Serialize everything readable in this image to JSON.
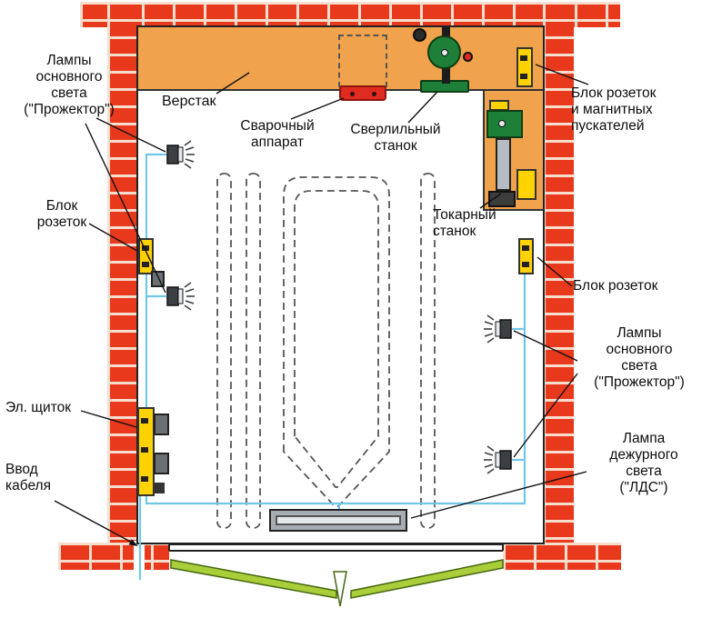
{
  "colors": {
    "brick": "#e8391d",
    "mortar": "#f6ddcd",
    "bench": "#f0a24c",
    "socket-yellow": "#ffd200",
    "wire": "#72c7e9",
    "machine-green": "#1e8038",
    "door-green": "#aacd3a",
    "red-accent": "#e02b20"
  },
  "icons": {
    "floodlight": "dark box with light rays",
    "welding-machine": "dashed outline with red unit",
    "drilling-machine": "green wheel on black column",
    "lathe": "green head, gray bed, yellow motor",
    "socket-block": "yellow block with dark slots",
    "electrical-panel": "yellow panel with gray breakers",
    "duty-lamp": "gray tube fixture",
    "garage-door": "green swinging panel"
  },
  "callouts": [
    {
      "id": "lamps-main-left",
      "text": "Лампы\nосновного\nсвета\n(\"Прожектор\")"
    },
    {
      "id": "workbench",
      "text": "Верстак"
    },
    {
      "id": "welding-machine",
      "text": "Сварочный\nаппарат"
    },
    {
      "id": "drilling-machine",
      "text": "Сверлильный\nстанок"
    },
    {
      "id": "socket-block-starters",
      "text": "Блок розеток\nи магнитных\nпускателей"
    },
    {
      "id": "socket-block-left",
      "text": "Блок\nрозеток"
    },
    {
      "id": "lathe",
      "text": "Токарный\nстанок"
    },
    {
      "id": "socket-block-right",
      "text": "Блок розеток"
    },
    {
      "id": "lamps-main-right",
      "text": "Лампы\nосновного\nсвета\n(\"Прожектор\")"
    },
    {
      "id": "electrical-panel",
      "text": "Эл. щиток"
    },
    {
      "id": "cable-entry",
      "text": "Ввод\nкабеля"
    },
    {
      "id": "duty-lamp",
      "text": "Лампа\nдежурного\nсвета\n(\"ЛДС\")"
    }
  ]
}
